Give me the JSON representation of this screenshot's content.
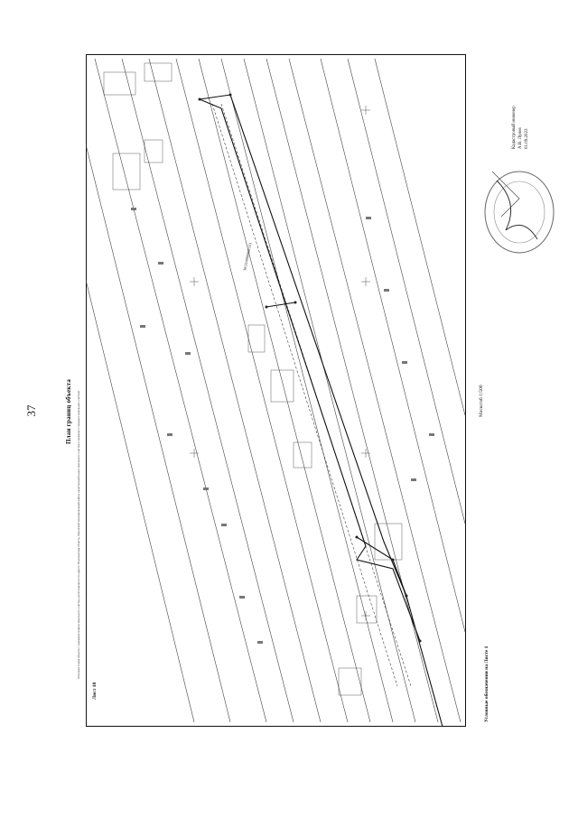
{
  "page": {
    "number": "37"
  },
  "plan": {
    "title": "План границ объекта",
    "description": "Описание плана объекта с указанием границ земельного участка, расположенного по адресу: Воронежская область, Рамонский муниципальный район, кадастровый номер земельного участка и сведения о смежных земельных участках",
    "sheet_label": "Лист 10",
    "scale_label": "Масштаб 1:500",
    "legend_note": "Условные обозначения на Листе 1",
    "parcel_number": "36:25:0000000:123"
  },
  "signature": {
    "role": "Кадастровый инженер",
    "name": "А.В. Лунев",
    "date": "01.09.2023"
  },
  "colors": {
    "ink": "#111111",
    "paper": "#ffffff",
    "faint": "#777777"
  }
}
